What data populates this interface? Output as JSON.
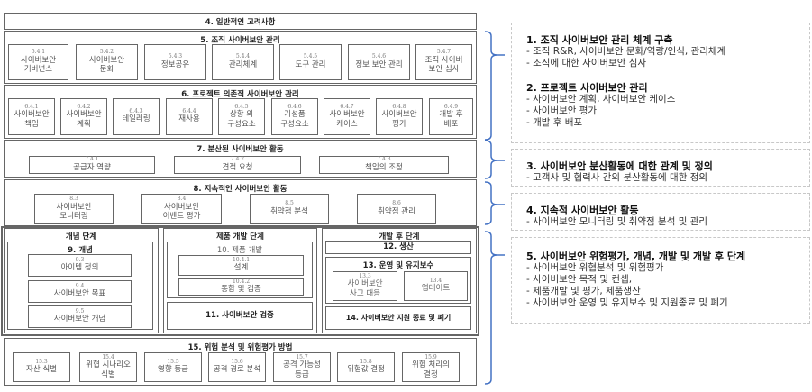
{
  "diagram": {
    "sec4": {
      "title": "4. 일반적인 고려사항"
    },
    "sec5": {
      "title": "5. 조직 사이버보안 관리",
      "items": [
        {
          "num": "5.4.1",
          "label": "사이버보안\n거버넌스"
        },
        {
          "num": "5.4.2",
          "label": "사이버보안\n문화"
        },
        {
          "num": "5.4.3",
          "label": "정보공유"
        },
        {
          "num": "5.4.4",
          "label": "관리체계"
        },
        {
          "num": "5.4.5",
          "label": "도구 관리"
        },
        {
          "num": "5.4.6",
          "label": "정보 보안 관리"
        },
        {
          "num": "5.4.7",
          "label": "조직 사이버\n보안 심사"
        }
      ]
    },
    "sec6": {
      "title": "6. 프로젝트 의존적 사이버보안 관리",
      "items": [
        {
          "num": "6.4.1",
          "label": "사이버보안\n책임"
        },
        {
          "num": "6.4.2",
          "label": "사이버보안\n계획"
        },
        {
          "num": "6.4.3",
          "label": "테일러링"
        },
        {
          "num": "6.4.4",
          "label": "재사용"
        },
        {
          "num": "6.4.5",
          "label": "상황 외\n구성요소"
        },
        {
          "num": "6.4.6",
          "label": "기성품\n구성요소"
        },
        {
          "num": "6.4.7",
          "label": "사이버보안\n케이스"
        },
        {
          "num": "6.4.8",
          "label": "사이버보안\n평가"
        },
        {
          "num": "6.4.9",
          "label": "개발 후\n배포"
        }
      ]
    },
    "sec7": {
      "title": "7. 분산된 사이버보안 활동",
      "items": [
        {
          "num": "7.4.1",
          "label": "공급자 역량"
        },
        {
          "num": "7.4.2",
          "label": "견적 요청"
        },
        {
          "num": "7.4.3",
          "label": "책임의 조정"
        }
      ]
    },
    "sec8": {
      "title": "8. 지속적인 사이버보안 활동",
      "items": [
        {
          "num": "8.3",
          "label": "사이버보안\n모니터링"
        },
        {
          "num": "8.4",
          "label": "사이버보안\n이벤트 평가"
        },
        {
          "num": "8.5",
          "label": "취약점 분석"
        },
        {
          "num": "8.6",
          "label": "취약점 관리"
        }
      ]
    },
    "phase_concept": {
      "title": "개념 단계",
      "sec9": {
        "title": "9. 개념",
        "items": [
          {
            "num": "9.3",
            "label": "아이템 정의"
          },
          {
            "num": "9.4",
            "label": "사이버보안 목표"
          },
          {
            "num": "9.5",
            "label": "사이버보안 개념"
          }
        ]
      }
    },
    "phase_dev": {
      "title": "제품 개발 단계",
      "sec10": {
        "title": "10. 제품 개발",
        "items": [
          {
            "num": "10.4.1",
            "label": "설계"
          },
          {
            "num": "10.4.2",
            "label": "통합 및 검증"
          }
        ]
      },
      "sec11": {
        "title": "11. 사이버보안 검증"
      }
    },
    "phase_post": {
      "title": "개발 후 단계",
      "sec12": {
        "title": "12. 생산"
      },
      "sec13": {
        "title": "13. 운영 및 유지보수",
        "items": [
          {
            "num": "13.3",
            "label": "사이버보안\n사고 대응"
          },
          {
            "num": "13.4",
            "label": "업데이트"
          }
        ]
      },
      "sec14": {
        "title": "14. 사이버보안 지원 종료 및 폐기"
      }
    },
    "sec15": {
      "title": "15. 위험 분석 및 위험평가 방법",
      "items": [
        {
          "num": "15.3",
          "label": "자산 식별"
        },
        {
          "num": "15.4",
          "label": "위협 시나리오\n식별"
        },
        {
          "num": "15.5",
          "label": "영향 등급"
        },
        {
          "num": "15.6",
          "label": "공격 경로 분석"
        },
        {
          "num": "15.7",
          "label": "공격 가능성\n등급"
        },
        {
          "num": "15.8",
          "label": "위험값 결정"
        },
        {
          "num": "15.9",
          "label": "위험 처리의\n결정"
        }
      ]
    }
  },
  "summary": [
    {
      "blocks": [
        {
          "heading": "1. 조직 사이버보안 관리 체계 구축",
          "items": [
            "- 조직 R&R, 사이버보안 문화/역량/인식, 관리체계",
            "- 조직에 대한 사이버보안 심사"
          ]
        },
        {
          "heading": "2. 프로젝트 사이버보안 관리",
          "items": [
            "- 사이버보안 계획, 사이버보안 케이스",
            "- 사이버보안 평가",
            "- 개발 후 배포"
          ]
        }
      ]
    },
    {
      "blocks": [
        {
          "heading": "3. 사이버보안 분산활동에 대한 관계 및 정의",
          "items": [
            "- 고객사 및 협력사 간의 분산활동에 대한 정의"
          ]
        }
      ]
    },
    {
      "blocks": [
        {
          "heading": "4. 지속적 사이버보안 활동",
          "items": [
            "- 사이버보안 모니터링 및 취약점 분석 및 관리"
          ]
        }
      ]
    },
    {
      "blocks": [
        {
          "heading": "5. 사이버보안 위험평가, 개념, 개발 및 개발 후 단계",
          "items": [
            "- 사이버보안 위협분석 및 위험평가",
            "- 사이버보안 목적 및 컨셉,",
            "- 제품개발 및 평가, 제품생산",
            "- 사이버보안 운영 및 유지보수 및 지원종료 및 폐기"
          ]
        }
      ]
    }
  ],
  "colors": {
    "brace": "#4472c4",
    "box_border": "#666666",
    "dash_border": "#c8c8c8"
  }
}
